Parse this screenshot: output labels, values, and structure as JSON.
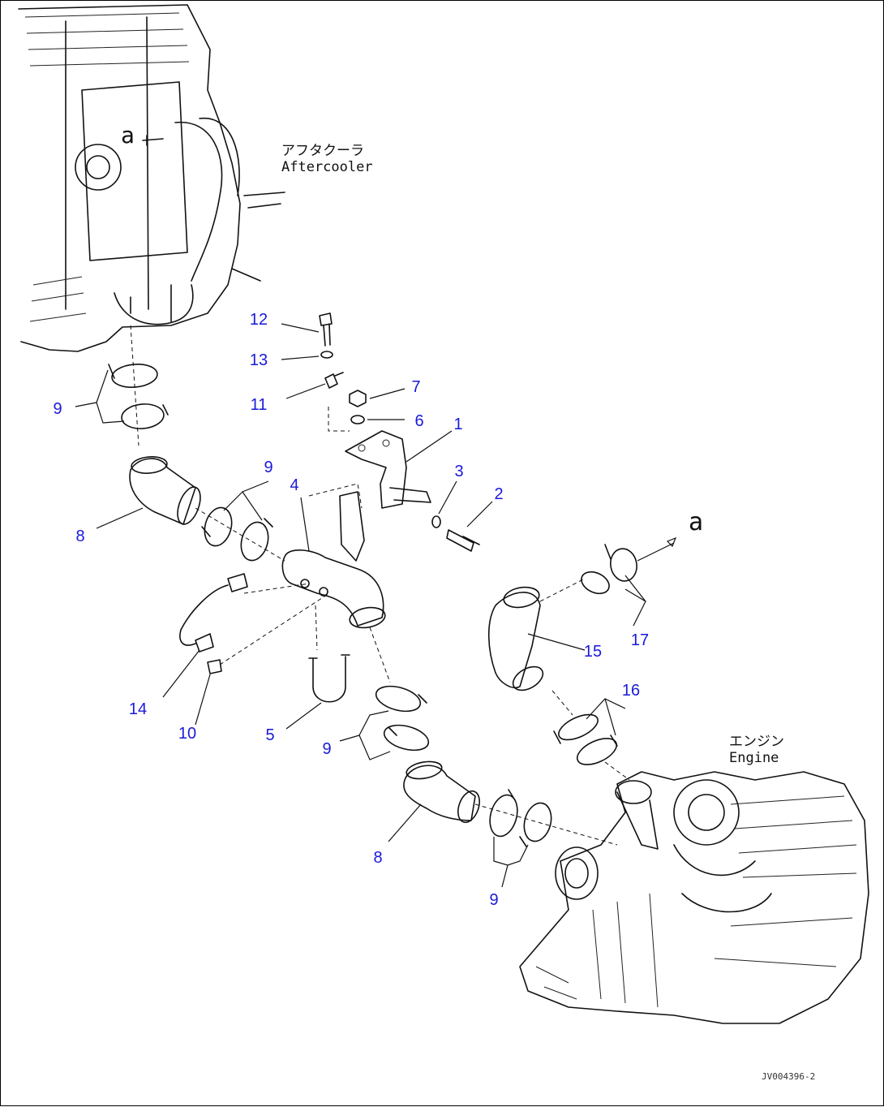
{
  "diagram": {
    "callouts": [
      {
        "id": "c12",
        "text": "12"
      },
      {
        "id": "c13",
        "text": "13"
      },
      {
        "id": "c11",
        "text": "11"
      },
      {
        "id": "c7",
        "text": "7"
      },
      {
        "id": "c6",
        "text": "6"
      },
      {
        "id": "c1",
        "text": "1"
      },
      {
        "id": "c9a",
        "text": "9"
      },
      {
        "id": "c9b",
        "text": "9"
      },
      {
        "id": "c4",
        "text": "4"
      },
      {
        "id": "c3",
        "text": "3"
      },
      {
        "id": "c2",
        "text": "2"
      },
      {
        "id": "c8a",
        "text": "8"
      },
      {
        "id": "c14",
        "text": "14"
      },
      {
        "id": "c10",
        "text": "10"
      },
      {
        "id": "c5",
        "text": "5"
      },
      {
        "id": "c9c",
        "text": "9"
      },
      {
        "id": "c15",
        "text": "15"
      },
      {
        "id": "c17",
        "text": "17"
      },
      {
        "id": "c16",
        "text": "16"
      },
      {
        "id": "c8b",
        "text": "8"
      },
      {
        "id": "c9d",
        "text": "9"
      }
    ],
    "aftercooler_jp": "アフタクーラ",
    "aftercooler_en": "Aftercooler",
    "engine_jp": "エンジン",
    "engine_en": "Engine",
    "ref_a_top": "a",
    "ref_a_right": "a",
    "figure_number": "JV004396-2",
    "callout_color": "#1a1ad8",
    "line_color": "#111111"
  }
}
